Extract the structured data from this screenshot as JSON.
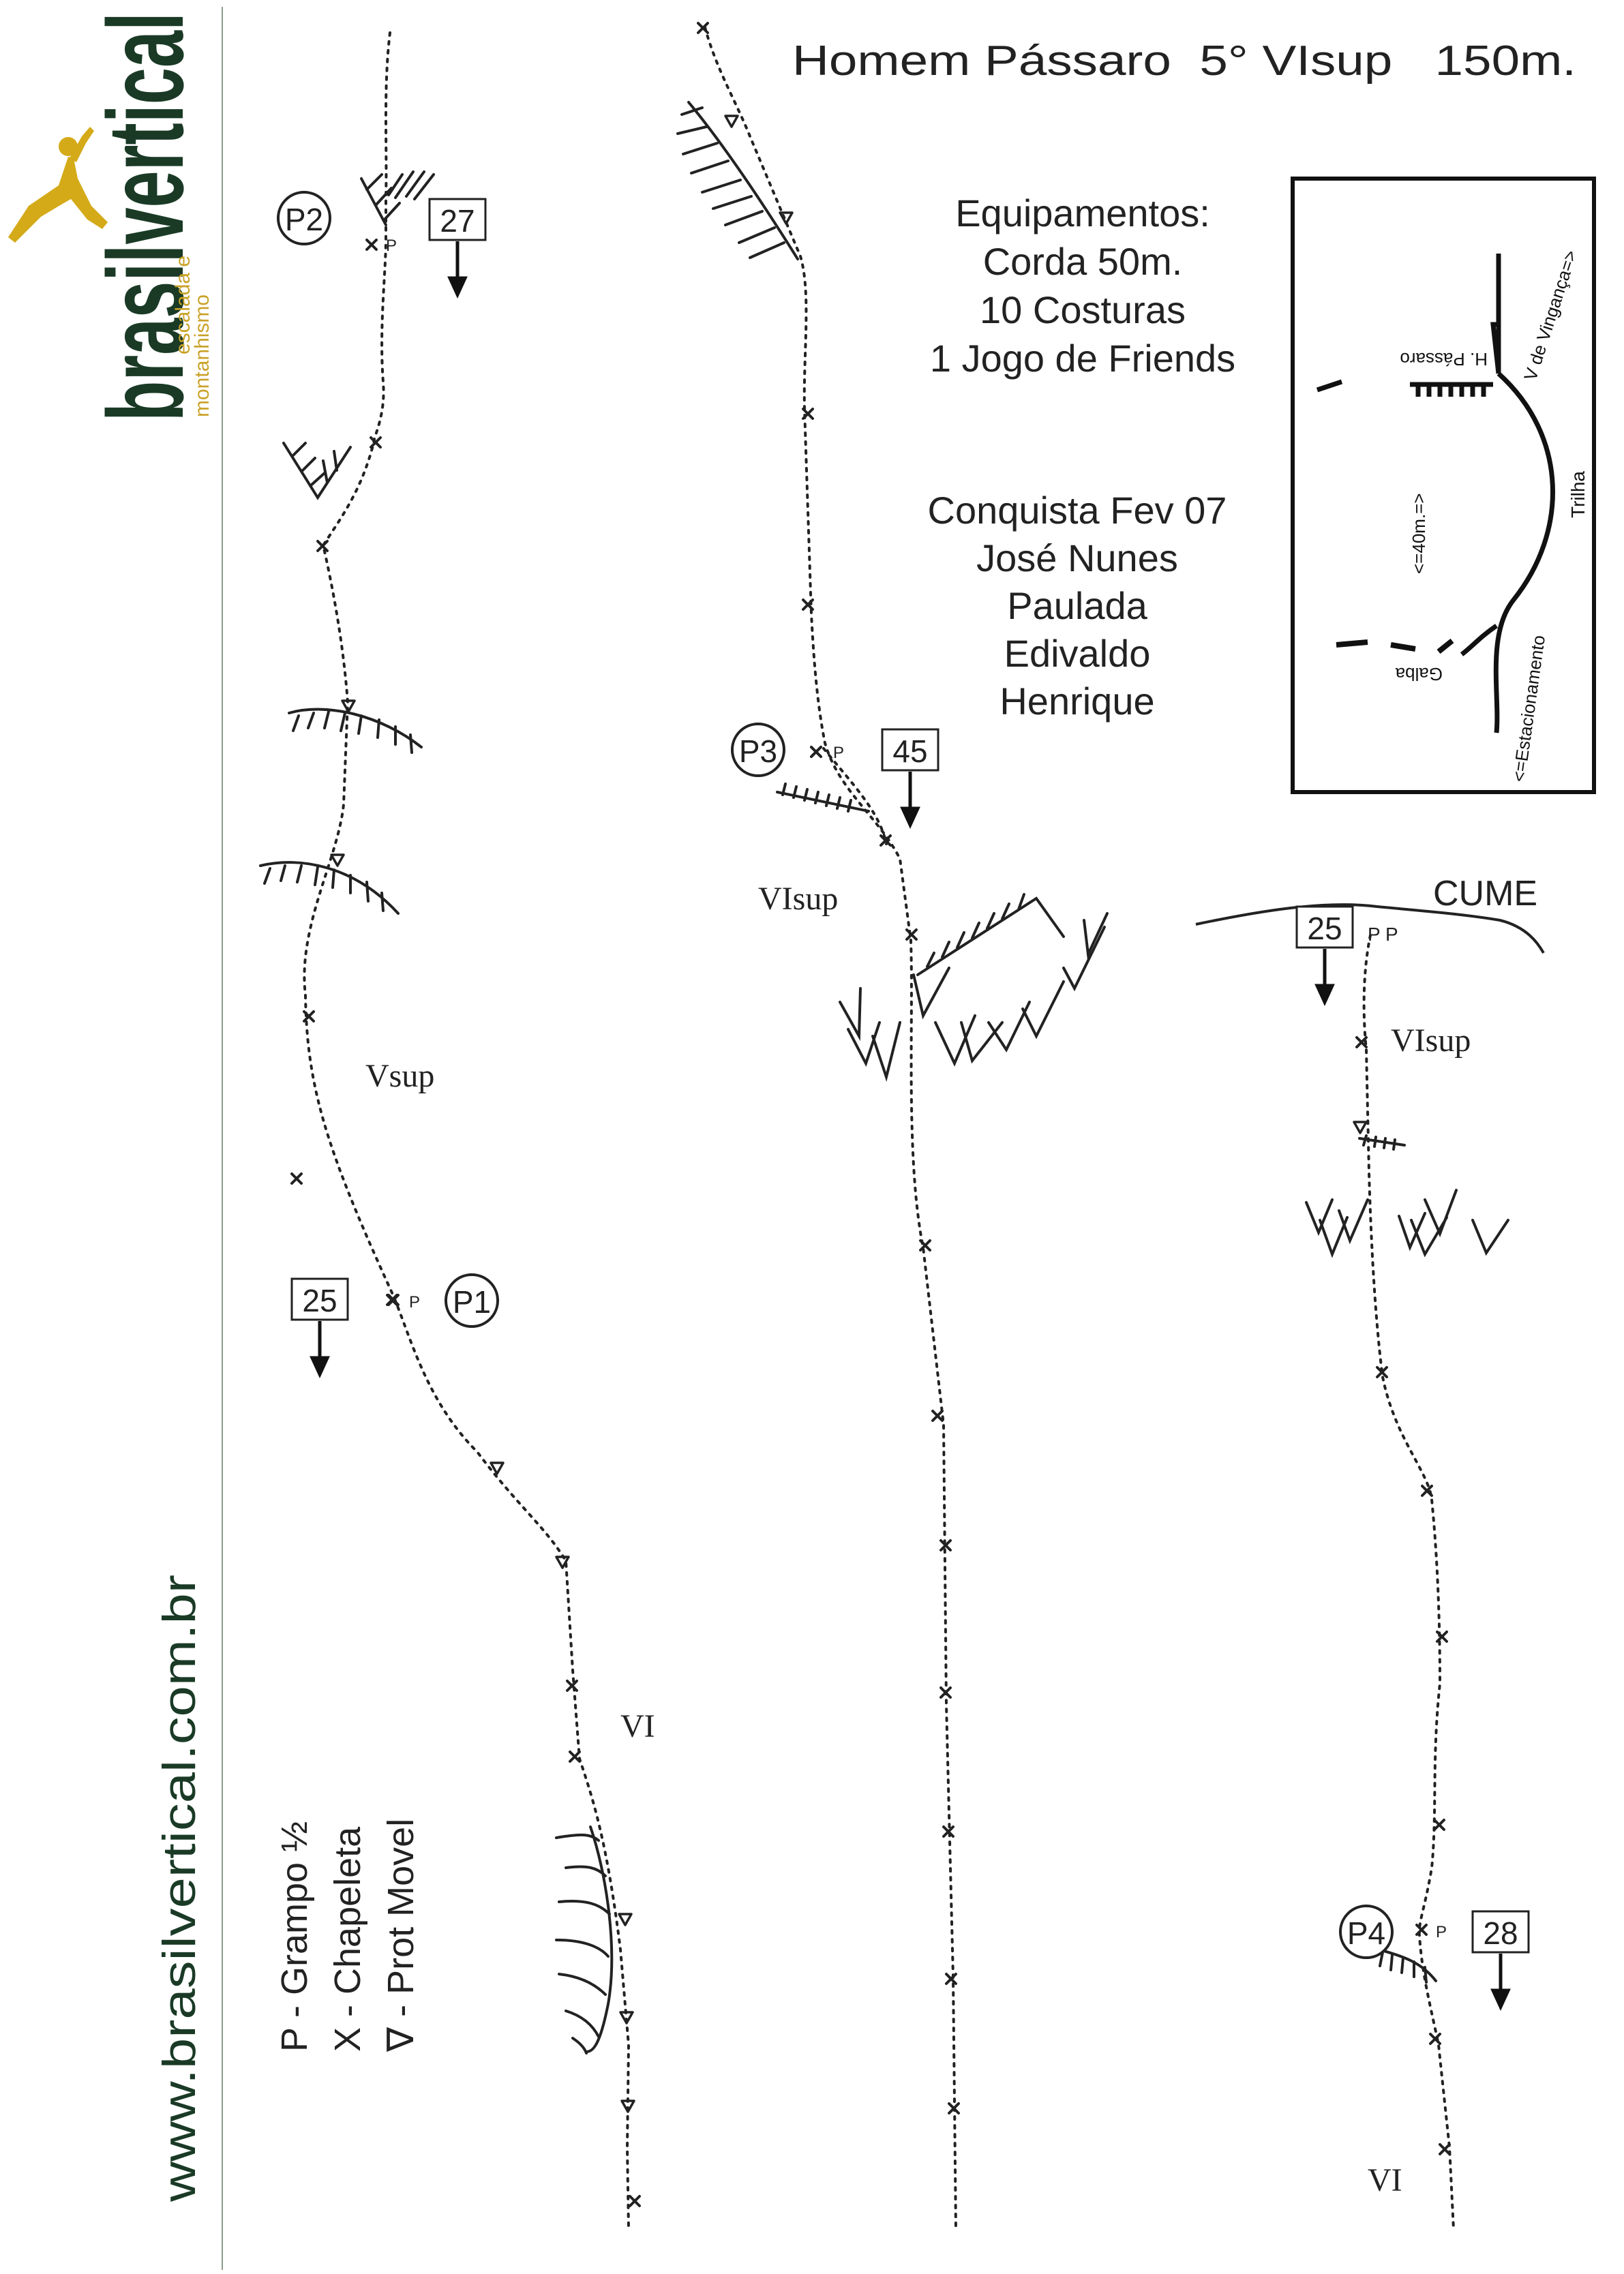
{
  "brand": {
    "logo_text": "brasilvertical",
    "logo_subtitle_1": "escalada e",
    "logo_subtitle_2": "montanhismo",
    "website": "www.brasilvertical.com.br"
  },
  "route": {
    "title": "Homem Pássaro  5° VIsup   150m.",
    "equipment": [
      "Equipamentos:",
      "Corda 50m.",
      "10 Costuras",
      "1 Jogo de Friends"
    ],
    "first_ascent": [
      "Conquista Fev 07",
      "José Nunes",
      "Paulada",
      "Edivaldo",
      "Henrique"
    ]
  },
  "belays": {
    "p1": "P1",
    "p2": "P2",
    "p3": "P3",
    "p4": "P4"
  },
  "pitch_lengths": {
    "p1": "25",
    "p2": "27",
    "p3": "45",
    "p4": "28",
    "top": "25"
  },
  "grades": {
    "vsup": "Vsup",
    "vi_left": "VI",
    "visup_mid": "VIsup",
    "visup_right": "VIsup",
    "vi_right": "VI"
  },
  "summit": {
    "label": "CUME",
    "anchors": "P P"
  },
  "marker_p": "P",
  "legend": [
    "P - Grampo ½",
    "X - Chapeleta",
    "∇ - Prot Movel"
  ],
  "approach_map": {
    "h_passaro": "H. Pássaro",
    "v_vinganca": "V de Vingança=>",
    "trilha": "Trilha",
    "distance": "<=40m.=>",
    "estacionamento": "<=Estacionamento",
    "galba": "Galba"
  }
}
